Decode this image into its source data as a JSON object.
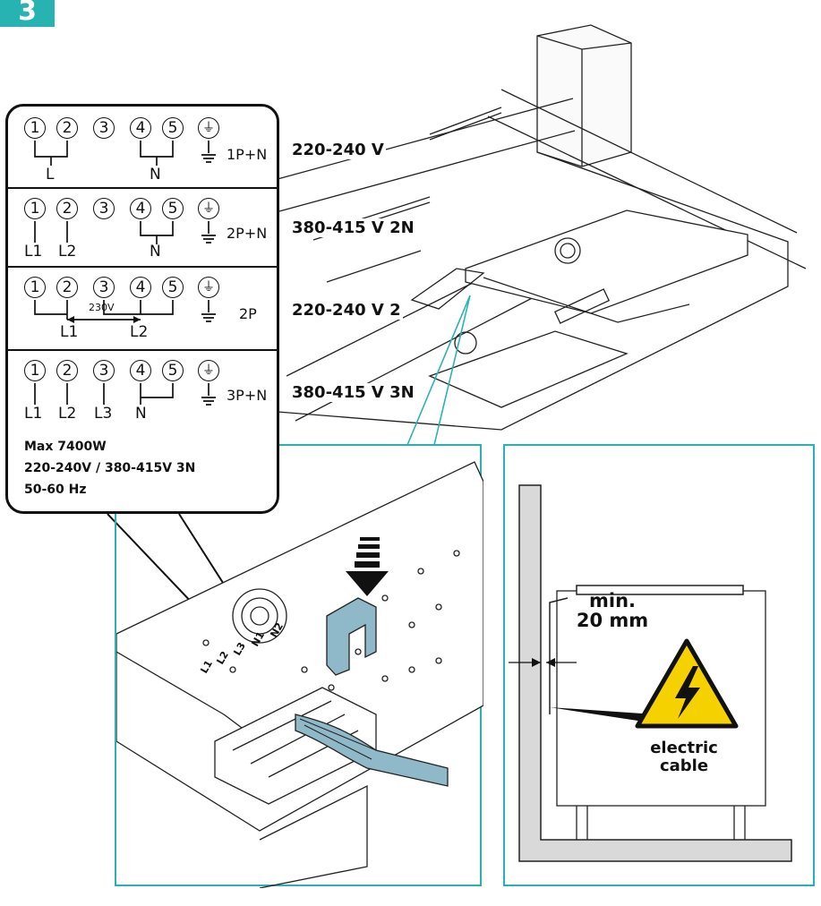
{
  "step_number": "3",
  "wiring_rows": [
    {
      "terminals": [
        "1",
        "2",
        "3",
        "4",
        "5"
      ],
      "phases": [
        "L",
        "N"
      ],
      "config": "1P+N",
      "voltage": "220-240 V"
    },
    {
      "terminals": [
        "1",
        "2",
        "3",
        "4",
        "5"
      ],
      "phases": [
        "L1",
        "L2",
        "N"
      ],
      "config": "2P+N",
      "voltage": "380-415 V 2N"
    },
    {
      "terminals": [
        "1",
        "2",
        "3",
        "4",
        "5"
      ],
      "phases": [
        "L1",
        "L2"
      ],
      "config": "2P",
      "voltage": "220-240 V 2",
      "between_label": "230V"
    },
    {
      "terminals": [
        "1",
        "2",
        "3",
        "4",
        "5"
      ],
      "phases": [
        "L1",
        "L2",
        "L3",
        "N"
      ],
      "config": "3P+N",
      "voltage": "380-415 V 3N"
    }
  ],
  "specs": {
    "max_power": "Max 7400W",
    "voltage_range": "220-240V / 380-415V 3N",
    "frequency": "50-60 Hz"
  },
  "terminal_marks": [
    "L1",
    "L2",
    "L3",
    "N1",
    "N2"
  ],
  "clearance": {
    "line1": "min.",
    "line2": "20 mm"
  },
  "warning": {
    "line1": "electric",
    "line2": "cable"
  },
  "colors": {
    "accent": "#28b3b3",
    "cable": "#8fb8c9",
    "warning": "#f6d100"
  }
}
